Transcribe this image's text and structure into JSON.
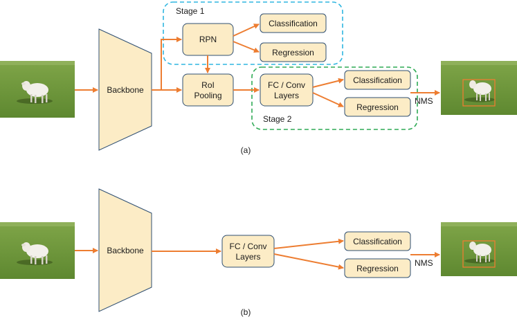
{
  "diagram_a": {
    "caption": "(a)",
    "backbone_label": "Backbone",
    "rpn_label": "RPN",
    "roi_line1": "RoI",
    "roi_line2": "Pooling",
    "fc_line1": "FC / Conv",
    "fc_line2": "Layers",
    "stage1_cls": "Classification",
    "stage1_reg": "Regression",
    "stage2_cls": "Classification",
    "stage2_reg": "Regression",
    "stage1_label": "Stage 1",
    "stage2_label": "Stage 2",
    "nms_label": "NMS"
  },
  "diagram_b": {
    "caption": "(b)",
    "backbone_label": "Backbone",
    "fc_line1": "FC / Conv",
    "fc_line2": "Layers",
    "cls": "Classification",
    "reg": "Regression",
    "nms_label": "NMS"
  },
  "colors": {
    "box_fill": "#fcecc6",
    "box_stroke": "#2f4f72",
    "arrow": "#ed7d31",
    "stage1_border": "#2fb6e0",
    "stage2_border": "#2eaa55",
    "grass": "#6f9a3a",
    "bbox": "#ed7d31"
  },
  "icons": {
    "input_image": "sheep-on-grass-photo",
    "output_image": "sheep-with-bounding-box-photo"
  }
}
